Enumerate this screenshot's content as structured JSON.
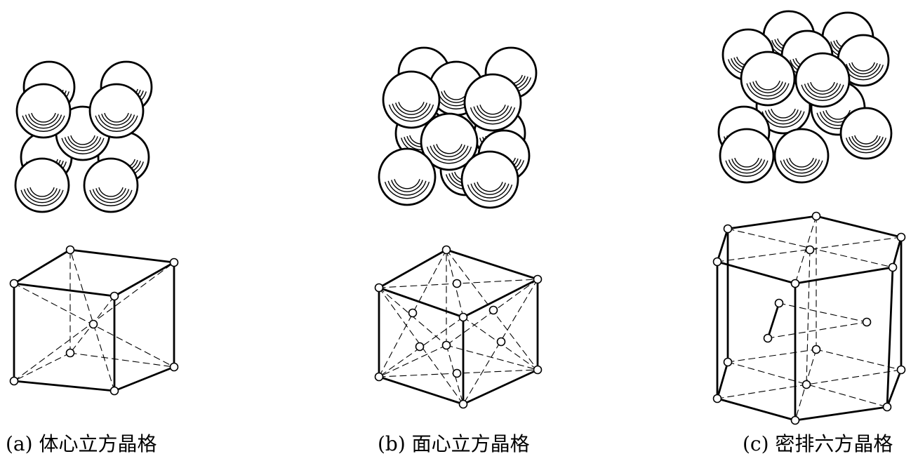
{
  "figure": {
    "panels": [
      {
        "id": "a",
        "caption": "(a) 体心立方晶格"
      },
      {
        "id": "b",
        "caption": "(b) 面心立方晶格"
      },
      {
        "id": "c",
        "caption": "(c) 密排六方晶格"
      }
    ]
  },
  "colors": {
    "stroke": "#000000",
    "fill": "#ffffff"
  }
}
